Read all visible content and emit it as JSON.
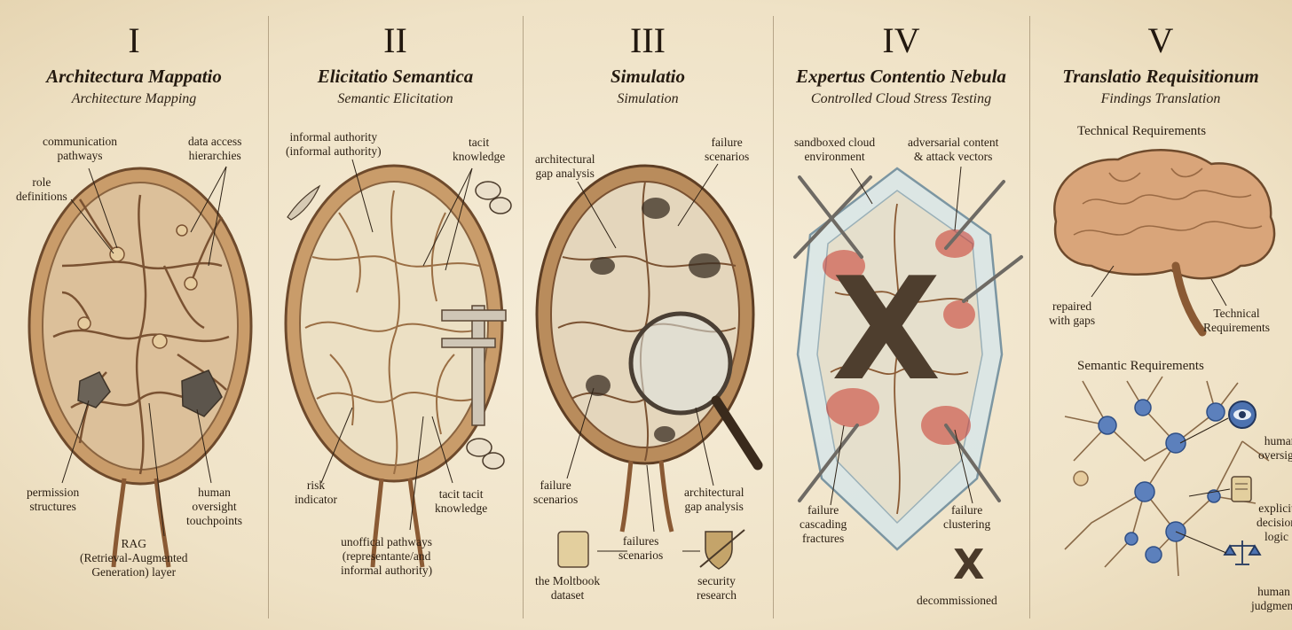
{
  "panels": [
    {
      "numeral": "I",
      "latin": "Architectura Mappatio",
      "english": "Architecture Mapping",
      "labels": {
        "communication": "communication\npathways",
        "data_access": "data access\nhierarchies",
        "role": "role\ndefinitions",
        "permission": "permission\nstructures",
        "human_oversight": "human\noversight\ntouchpoints",
        "rag": "RAG\n(Retrieval-Augmented\nGeneration) layer"
      }
    },
    {
      "numeral": "II",
      "latin": "Elicitatio Semantica",
      "english": "Semantic Elicitation",
      "labels": {
        "informal_authority": "informal authority\n(informal authority)",
        "tacit_knowledge": "tacit\nknowledge",
        "risk": "risk\nindicator",
        "tacit_tacit": "tacit tacit\nknowledge",
        "unofficial": "unoffical pathways\n(representante/and\ninformal authority)"
      }
    },
    {
      "numeral": "III",
      "latin": "Simulatio",
      "english": "Simulation",
      "labels": {
        "gap_top": "architectural\ngap analysis",
        "failure_top": "failure\nscenarios",
        "failure_left": "failure\nscenarios",
        "gap_right": "architectural\ngap analysis",
        "failures_mid": "failures\nscenarios",
        "moltbook": "the Moltbook\ndataset",
        "security": "security\nresearch"
      }
    },
    {
      "numeral": "IV",
      "latin": "Expertus Contentio Nebula",
      "english": "Controlled Cloud Stress Testing",
      "labels": {
        "sandboxed": "sandboxed cloud\nenvironment",
        "adversarial": "adversarial content\n& attack vectors",
        "cascading": "failure\ncascading\nfractures",
        "clustering": "failure\nclustering",
        "decommissioned": "decommissioned",
        "big_x": "X",
        "small_x": "X"
      }
    },
    {
      "numeral": "V",
      "latin": "Translatio Requisitionum",
      "english": "Findings Translation",
      "labels": {
        "technical_heading": "Technical Requirements",
        "repaired": "repaired\nwith gaps",
        "technical_req": "Technical\nRequirements",
        "semantic_heading": "Semantic Requirements",
        "human_oversight": "human\noversight",
        "explicit": "explicit\ndecision\nlogic",
        "human_judgment": "human\njudgment"
      }
    }
  ],
  "colors": {
    "parchment": "#f1e6cf",
    "ink": "#2e2216",
    "tissue": "#c99c6a",
    "vessel": "#8a5a34",
    "stress_red": "#c9352a",
    "crystal": "#bcd8e2",
    "node_blue": "#4d72b0"
  }
}
